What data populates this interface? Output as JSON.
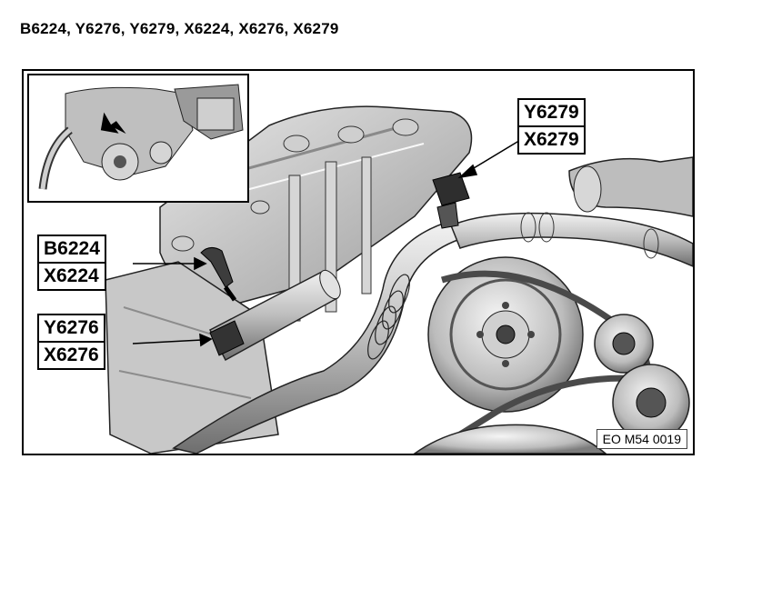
{
  "page": {
    "title": "B6224, Y6276, Y6279, X6224, X6276, X6279"
  },
  "figure": {
    "figure_id": "EO M54 0019",
    "callouts": [
      {
        "name": "callout-y6279-x6279",
        "lines": [
          "Y6279",
          "X6279"
        ]
      },
      {
        "name": "callout-b6224-x6224",
        "lines": [
          "B6224",
          "X6224"
        ]
      },
      {
        "name": "callout-y6276-x6276",
        "lines": [
          "Y6276",
          "X6276"
        ]
      }
    ]
  },
  "colors": {
    "outline": "#000000",
    "metal_light": "#d9d9d9",
    "metal_mid": "#b3b3b3",
    "metal_dark": "#7a7a7a",
    "component_dark": "#333333"
  }
}
